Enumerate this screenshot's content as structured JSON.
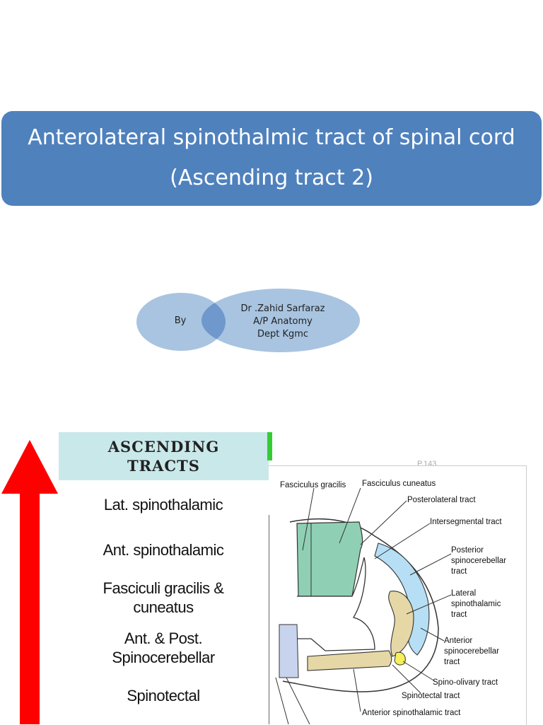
{
  "title": {
    "line1": "Anterolateral spinothalmic tract  of spinal cord",
    "line2": "(Ascending tract 2)"
  },
  "venn": {
    "left_label": "By",
    "right_lines": [
      "Dr .Zahid Sarfaraz",
      "A/P Anatomy",
      "Dept Kgmc"
    ]
  },
  "tracts_panel": {
    "heading_line1": "ASCENDING",
    "heading_line2": "TRACTS",
    "items": [
      {
        "lines": [
          "Lat. spinothalamic"
        ]
      },
      {
        "lines": [
          "Ant. spinothalamic"
        ]
      },
      {
        "lines": [
          "Fasciculi gracilis &",
          "cuneatus"
        ]
      },
      {
        "lines": [
          "Ant. & Post.",
          "Spinocerebellar"
        ]
      },
      {
        "lines": [
          "Spinotectal"
        ]
      }
    ]
  },
  "diagram": {
    "page_ref": "P.143",
    "labels": {
      "fasciculus_gracilis": "Fasciculus gracilis",
      "fasciculus_cuneatus": "Fasciculus cuneatus",
      "posterolateral_tract": "Posterolateral tract",
      "intersegmental_tract": "Intersegmental tract",
      "posterior_spinocerebellar": [
        "Posterior",
        "spinocerebellar",
        "tract"
      ],
      "lateral_spinothalamic": [
        "Lateral",
        "spinothalamic",
        "tract"
      ],
      "anterior_spinocerebellar": [
        "Anterior",
        "spinocerebellar",
        "tract"
      ],
      "spino_olivary": "Spino-olivary tract",
      "spinotectal": "Spinotectal tract",
      "anterior_spinothalamic": "Anterior spinothalamic tract"
    }
  },
  "colors": {
    "title_bg": "#4f81bd",
    "venn_fill": "#a8c4e0",
    "venn_overlap": "#6f98cc",
    "arrow": "#ff0000",
    "heading_bg": "#c9e8ea",
    "dorsal_green": "#8fd0b4",
    "lateral_blue": "#b6dff5",
    "tan": "#e6d7a6",
    "yellow": "#f7f05a"
  }
}
